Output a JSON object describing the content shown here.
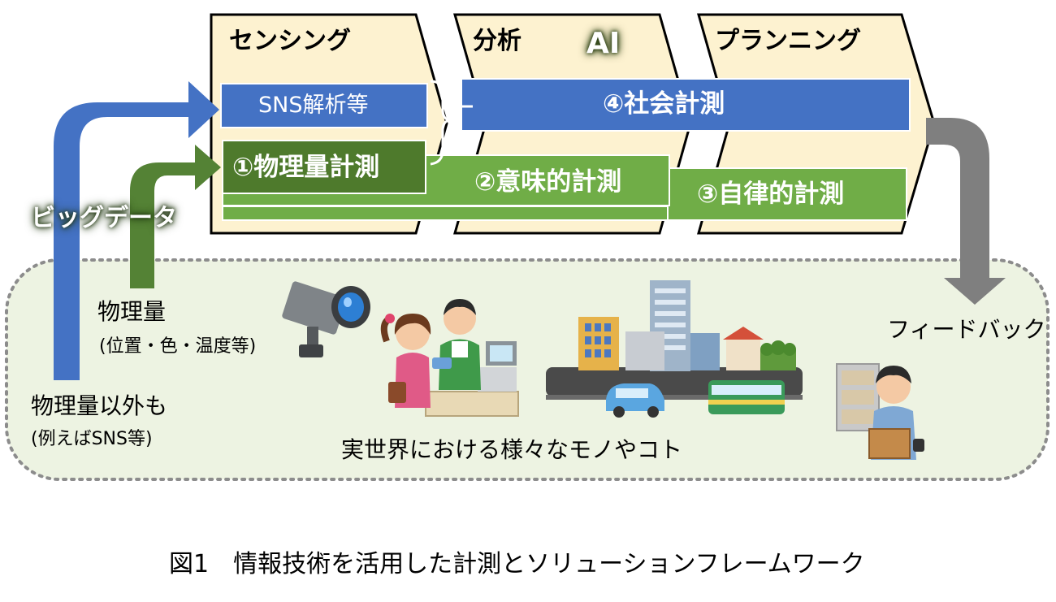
{
  "stages": {
    "sensing": "センシング",
    "analysis": "分析",
    "planning": "プランニング",
    "ai": "AI"
  },
  "bars": {
    "sns": "SNS解析等",
    "social": "④社会計測",
    "physical": "①物理量計測",
    "semantic": "②意味的計測",
    "autonomous": "③自律的計測"
  },
  "bigdata": "ビッグデータ",
  "inputs": {
    "physical_quantity": "物理量",
    "physical_detail": "(位置・色・温度等)",
    "non_physical": "物理量以外も",
    "non_physical_detail": "(例えばSNS等)"
  },
  "feedback": "フィードバック",
  "real_world": "実世界における様々なモノやコト",
  "caption": "図1　情報技術を活用した計測とソリューションフレームワーク",
  "colors": {
    "stage_fill": "#fdf2d0",
    "blue": "#4472c4",
    "green_bar": "#70ad47",
    "green_dark": "#4e7a2c",
    "arrow_green": "#548235",
    "gray_arrow": "#7f7f7f",
    "world_fill": "#edf3e2"
  }
}
